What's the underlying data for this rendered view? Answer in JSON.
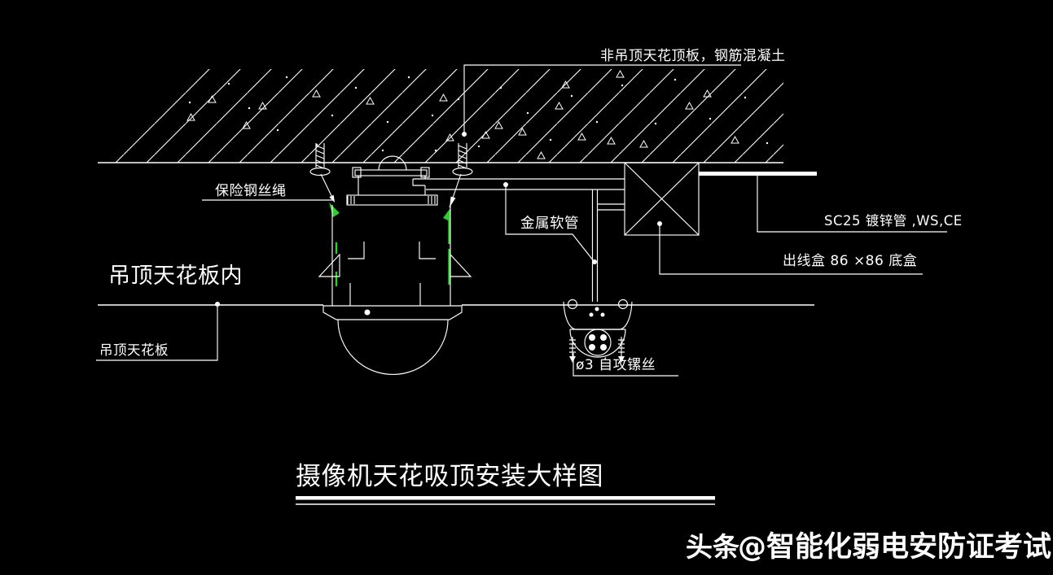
{
  "drawing": {
    "callouts": {
      "slab": "非吊顶天花顶板，钢筋混凝土",
      "safety_rope": "保险钢丝绳",
      "inside_ceiling": "吊顶天花板内",
      "ceiling_panel": "吊顶天花板",
      "flexible_conduit": "金属软管",
      "conduit_pipe": "SC25  镀锌管 ,WS,CE",
      "outlet_box": "出线盒 86 ×86 底盒",
      "tapping_screw": "ø3 自攻镙丝"
    },
    "title": "摄像机天花吸顶安装大样图",
    "colors": {
      "background": "#000000",
      "line": "#ffffff",
      "safety_wire": "#2ecc2e"
    }
  },
  "watermark": {
    "brand": "头条",
    "account": "@智能化弱电安防证考试"
  }
}
